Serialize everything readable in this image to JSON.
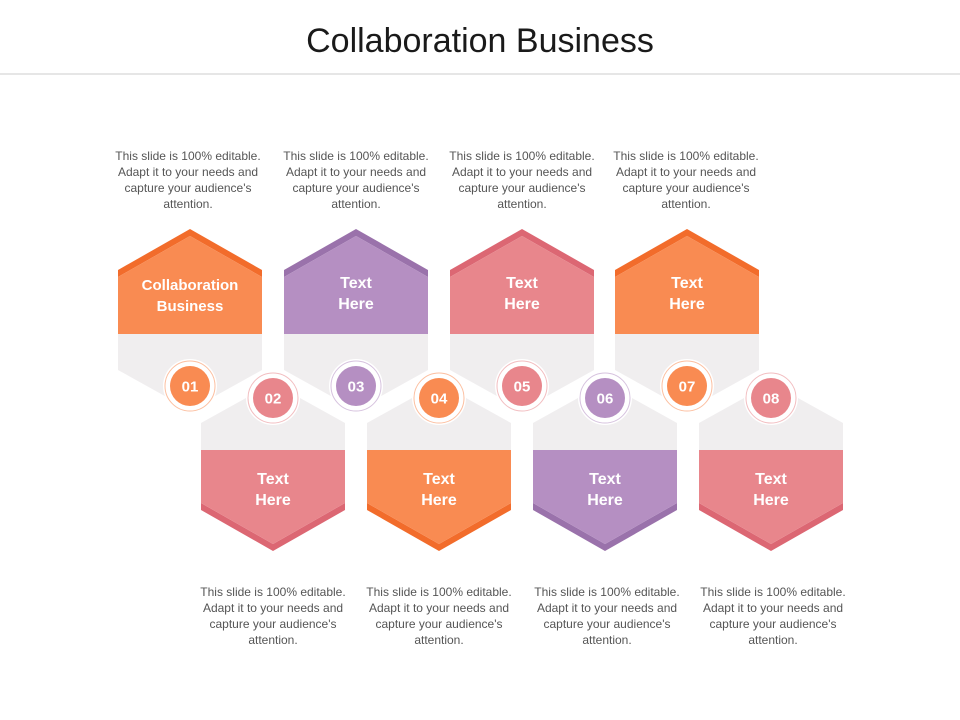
{
  "title": "Collaboration Business",
  "colors": {
    "orange": "#f98b52",
    "orange_dark": "#f26c2b",
    "purple": "#b58fc2",
    "purple_dark": "#9a72ab",
    "pink": "#e8868c",
    "pink_dark": "#dc6773",
    "gray": "#f0eeef"
  },
  "items": [
    {
      "num": "01",
      "label": [
        "Collaboration",
        "Business"
      ],
      "color": "orange",
      "desc": "This slide is 100% editable. Adapt it to your needs and capture your audience's attention."
    },
    {
      "num": "02",
      "label": [
        "Text",
        "Here"
      ],
      "color": "pink",
      "desc": "This slide is 100% editable. Adapt it to your needs and capture your audience's attention."
    },
    {
      "num": "03",
      "label": [
        "Text",
        "Here"
      ],
      "color": "purple",
      "desc": "This slide is 100% editable. Adapt it to your needs and capture your audience's attention."
    },
    {
      "num": "04",
      "label": [
        "Text",
        "Here"
      ],
      "color": "orange",
      "desc": "This slide is 100% editable. Adapt it to your needs and capture your audience's attention."
    },
    {
      "num": "05",
      "label": [
        "Text",
        "Here"
      ],
      "color": "pink",
      "desc": "This slide is 100% editable. Adapt it to your needs and capture your audience's attention."
    },
    {
      "num": "06",
      "label": [
        "Text",
        "Here"
      ],
      "color": "purple",
      "desc": "This slide is 100% editable. Adapt it to your needs and capture your audience's attention."
    },
    {
      "num": "07",
      "label": [
        "Text",
        "Here"
      ],
      "color": "orange",
      "desc": "This slide is 100% editable. Adapt it to your needs and capture your audience's attention."
    },
    {
      "num": "08",
      "label": [
        "Text",
        "Here"
      ],
      "color": "pink",
      "desc": "This slide is 100% editable. Adapt it to your needs and capture your audience's attention."
    }
  ]
}
